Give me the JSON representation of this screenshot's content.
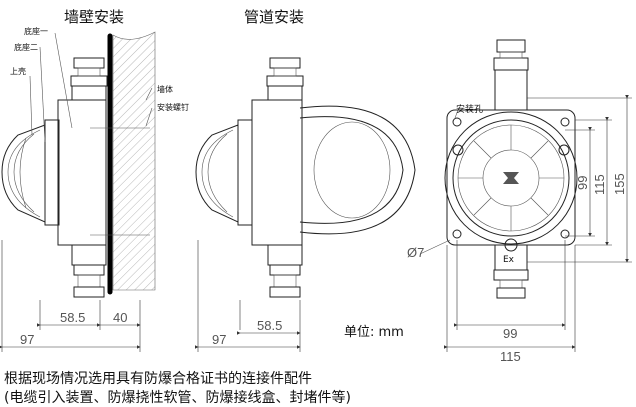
{
  "titles": {
    "wall": "墙壁安装",
    "pipe": "管道安装"
  },
  "labels": {
    "base1": "底座一",
    "base2": "底座二",
    "upper_shell": "上壳",
    "wall_body": "墙体",
    "mount_screw": "安装螺钉",
    "mount_hole": "安装孔",
    "hole_dia": "Ø7",
    "ex_mark": "Ex"
  },
  "dimensions": {
    "wall_depth": "58.5",
    "wall_gap": "40",
    "wall_total": "97",
    "pipe_depth": "58.5",
    "pipe_total": "97",
    "front_v_inner": "99",
    "front_v_mid": "115",
    "front_v_outer": "155",
    "front_h_inner": "99",
    "front_h_outer": "115"
  },
  "unit": "单位: mm",
  "captions": [
    "根据现场情况选用具有防爆合格证书的连接件配件",
    "(电缆引入装置、防爆挠性软管、防爆接线盒、封堵件等)"
  ]
}
